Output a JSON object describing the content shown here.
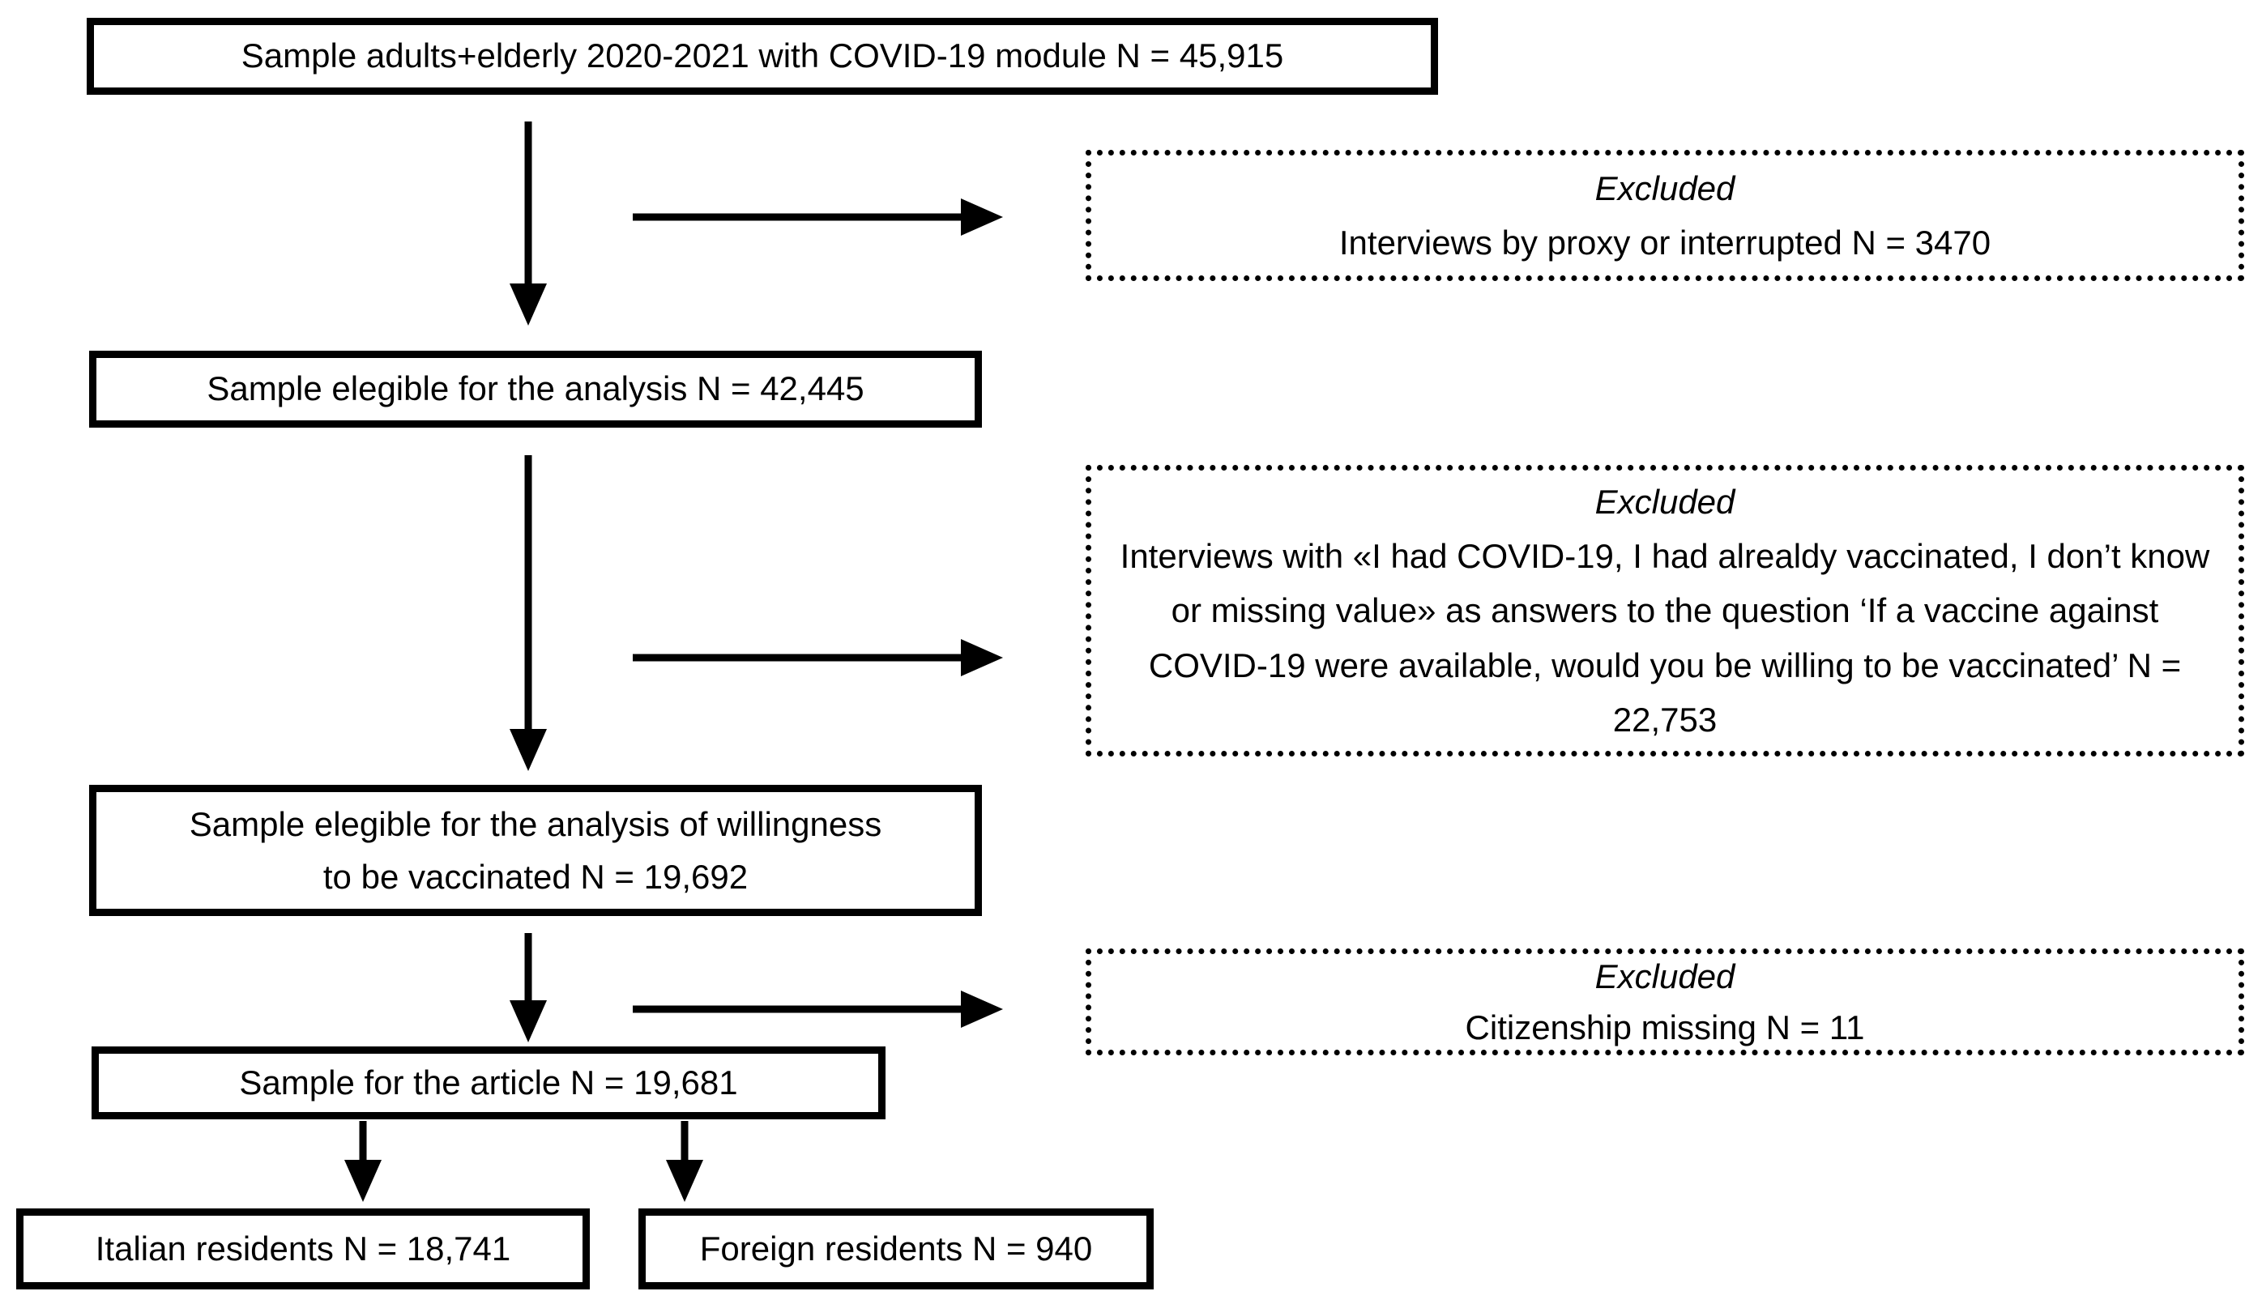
{
  "flow": {
    "box_sample_module": "Sample adults+elderly 2020-2021 with COVID-19 module N = 45,915",
    "box_elegible_analysis": "Sample elegible for the analysis N = 42,445",
    "box_elegible_willingness": "Sample elegible for the analysis of willingness to be vaccinated N = 19,692",
    "box_sample_article": "Sample for the article N = 19,681",
    "box_italian_residents": "Italian residents N = 18,741",
    "box_foreign_residents": "Foreign residents N = 940"
  },
  "exclusions": {
    "title": "Excluded",
    "proxy_interrupted": "Interviews by proxy or interrupted N = 3470",
    "willingness_answers": "Interviews with «I had COVID-19, I had alrealdy vaccinated, I don’t know or missing value» as answers to the question ‘If a vaccine against COVID-19 were available, would you be willing to be vaccinated’ N = 22,753",
    "citizenship_missing": "Citizenship missing N = 11"
  },
  "colors": {
    "line": "#000000",
    "text": "#000000",
    "background": "#ffffff"
  }
}
